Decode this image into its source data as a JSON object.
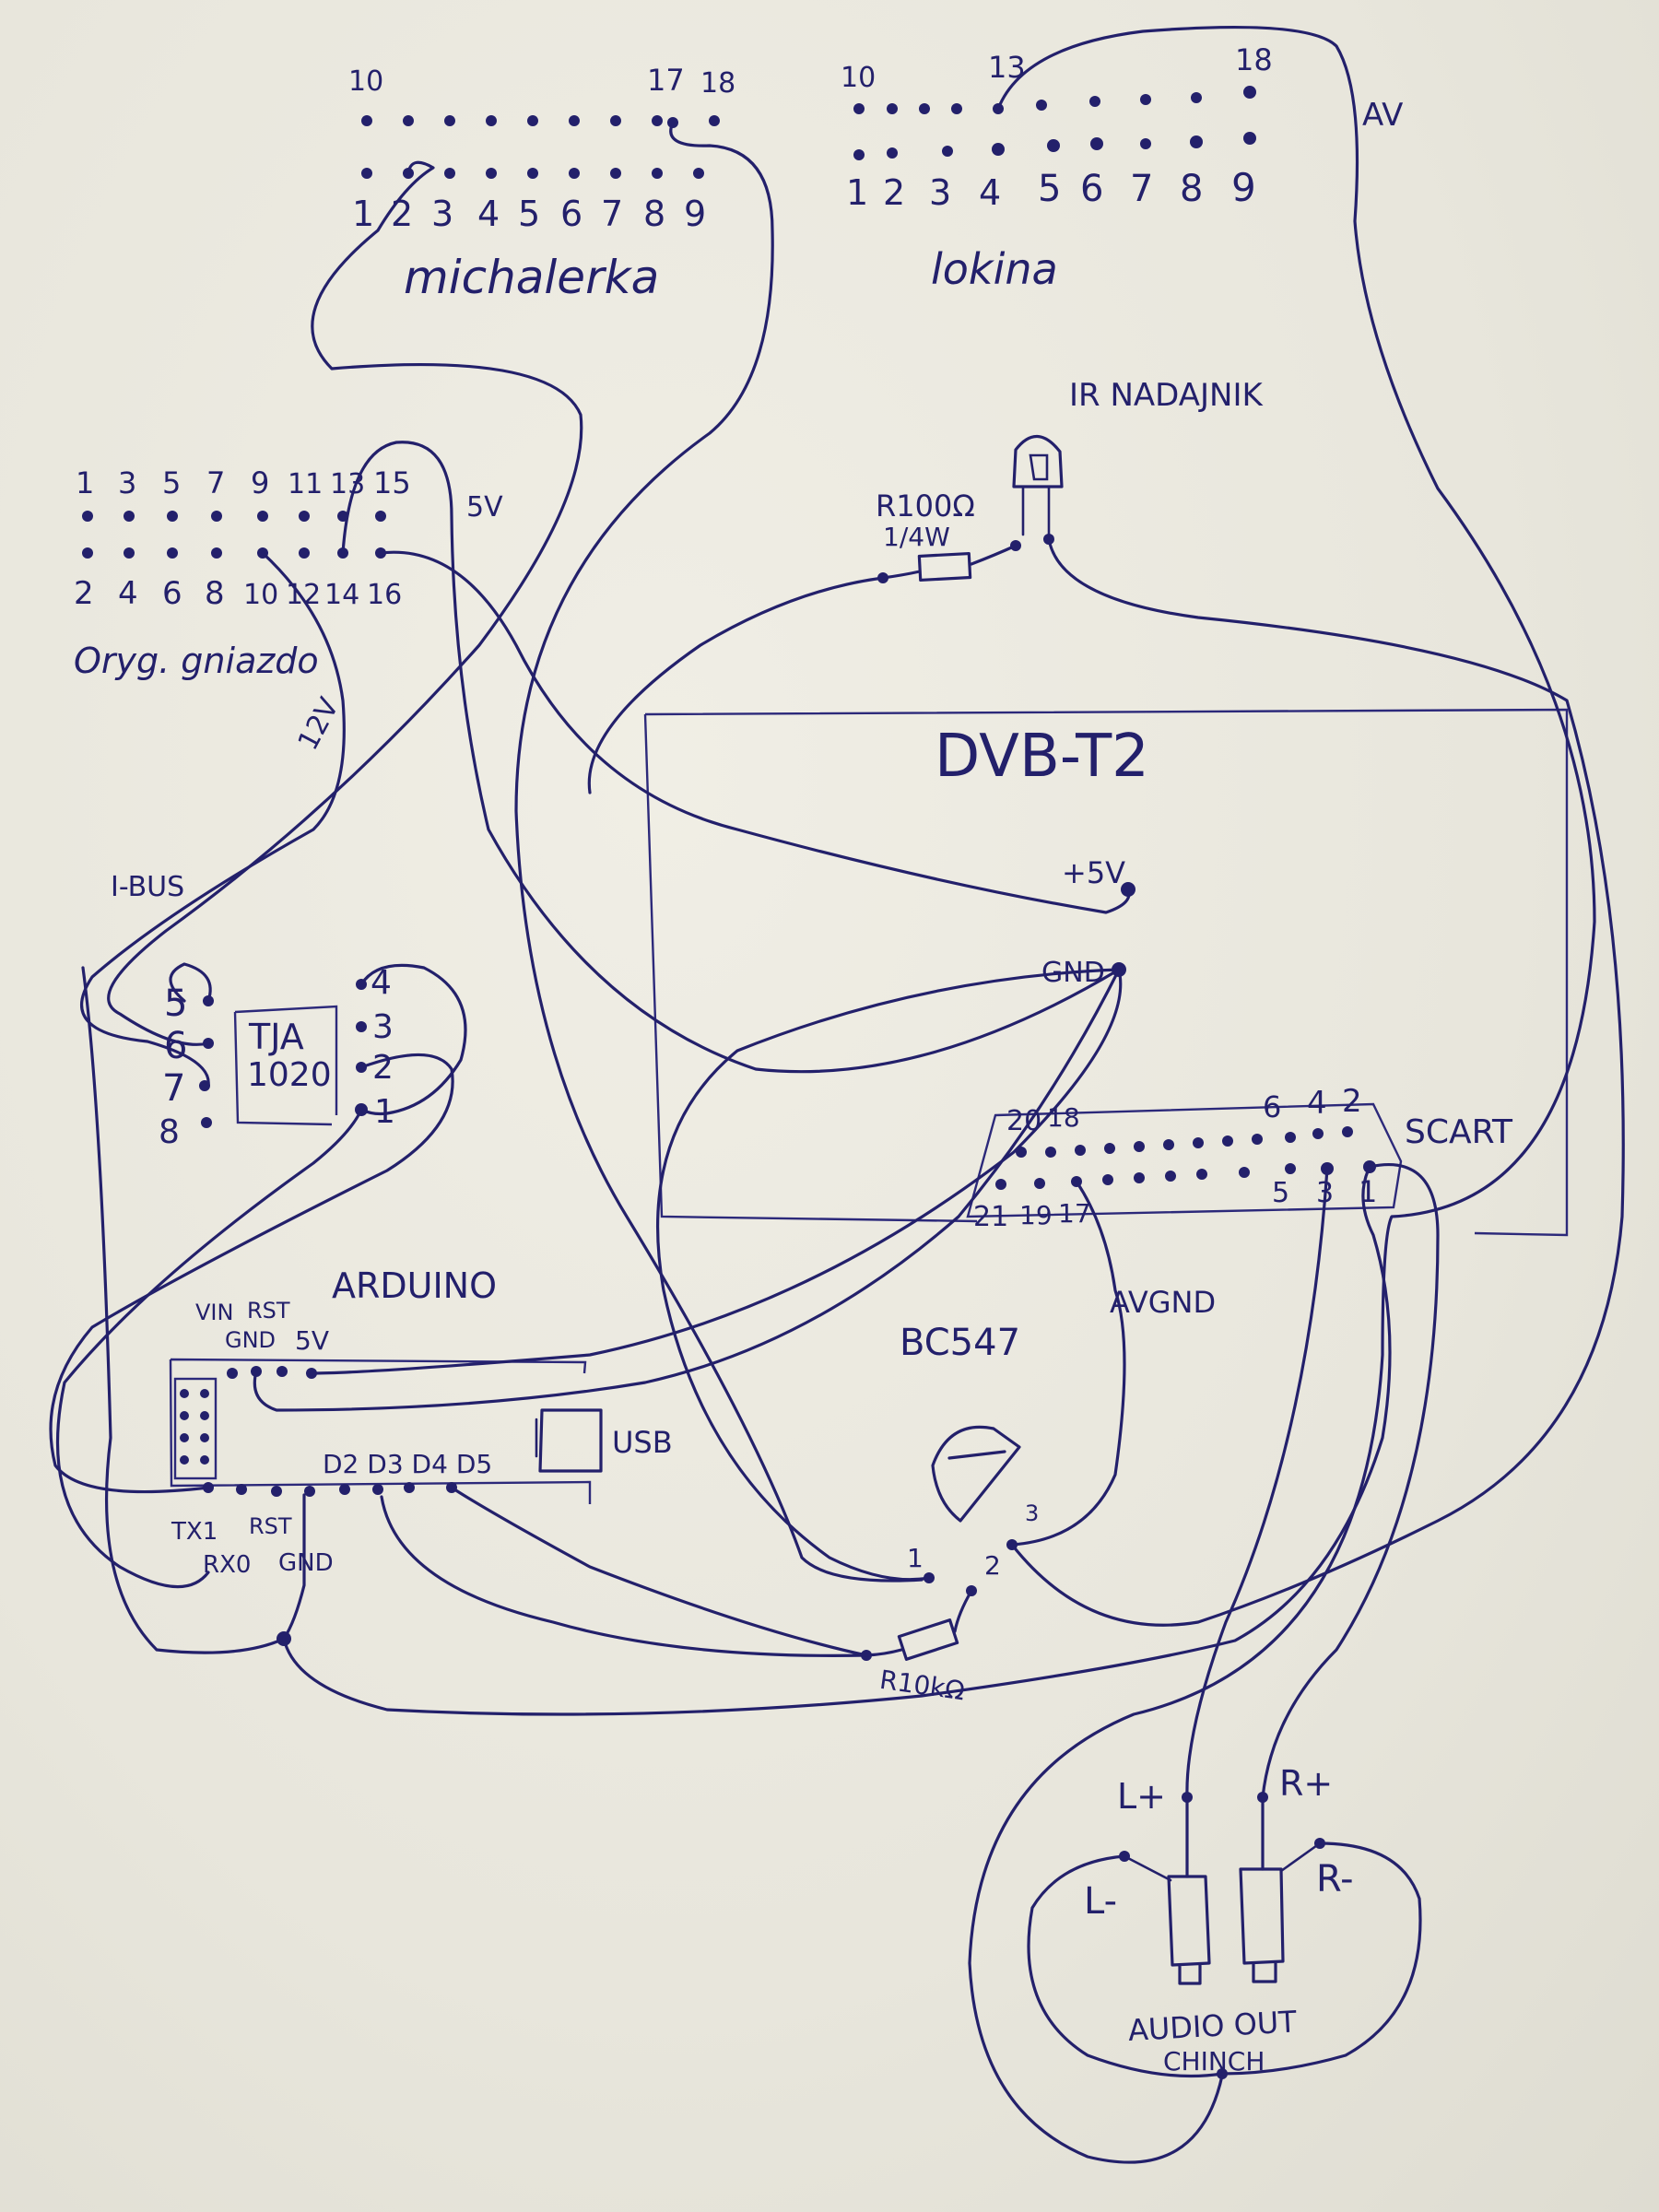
{
  "labels": {
    "sterowanie_title": "michalerka",
    "ekran_title": "lokina",
    "orig_title": "Oryg. gniazdo",
    "ir": "IR NADAJNIK",
    "resistor_ir": "R100Ω",
    "resistor_ir_power": "1/4W",
    "dvb": "DVB-T2",
    "p5v_board": "+5V",
    "gnd_board": "GND",
    "tja_line1": "TJA",
    "tja_line2": "1020",
    "scart": "SCART",
    "arduino": "ARDUINO",
    "usb": "USB",
    "bc547": "BC547",
    "avgnd": "AVGND",
    "resistor_base": "R10kΩ",
    "audio_line1": "AUDIO OUT",
    "audio_line2": "CHINCH",
    "lplus": "L+",
    "lminus": "L-",
    "rplus": "R+",
    "rminus": "R-",
    "av": "AV",
    "v5": "5V",
    "v12": "12V",
    "ibus": "I-BUS"
  },
  "connector_a": {
    "top_left": "10",
    "top_17": "17",
    "top_18": "18",
    "bottom": [
      "1",
      "2",
      "3",
      "4",
      "5",
      "6",
      "7",
      "8",
      "9"
    ]
  },
  "connector_b": {
    "top_left": "10",
    "top_13": "13",
    "top_18": "18",
    "bottom": [
      "1",
      "2",
      "3",
      "4",
      "5",
      "6",
      "7",
      "8",
      "9"
    ]
  },
  "connector_orig": {
    "top": [
      "1",
      "3",
      "5",
      "7",
      "9",
      "11",
      "13",
      "15"
    ],
    "bottom": [
      "2",
      "4",
      "6",
      "8",
      "10",
      "12",
      "14",
      "16"
    ]
  },
  "tja_pins": {
    "left": [
      "5",
      "6",
      "7",
      "8"
    ],
    "right": [
      "4",
      "3",
      "2",
      "1"
    ]
  },
  "scart_pins": {
    "top": [
      "20",
      "18",
      "6",
      "4",
      "2"
    ],
    "bottom": [
      "21",
      "19",
      "17",
      "5",
      "3",
      "1"
    ]
  },
  "arduino_pins": {
    "vin": "VIN",
    "rst_top": "RST",
    "gnd_top": "GND",
    "v5": "5V",
    "tx": "TX1",
    "rx": "RX0",
    "rst_bottom": "RST",
    "gnd_bottom": "GND",
    "digital": "D2 D3 D4 D5"
  },
  "transistor_pins": [
    "1",
    "2",
    "3"
  ]
}
